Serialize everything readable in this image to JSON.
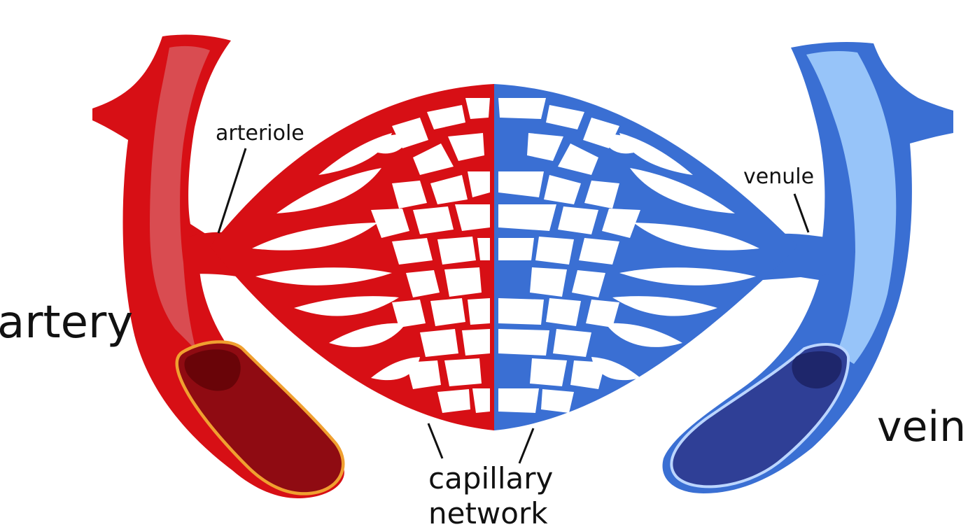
{
  "labels": {
    "artery": "artery",
    "arteriole": "arteriole",
    "venule": "venule",
    "vein": "vein",
    "capillary_line1": "capillary",
    "capillary_line2": "network"
  },
  "colors": {
    "artery_red": "#d70f15",
    "artery_light": "#d9575c",
    "artery_lumen": "#8f0b12",
    "artery_lumen_dark": "#5c0306",
    "artery_rim": "#f0a030",
    "vein_blue": "#3a6fd3",
    "vein_light": "#9cc8fb",
    "vein_lumen": "#2f3f96",
    "vein_lumen_dark": "#1a2160",
    "vein_rim": "#bcd6ff",
    "capillary_red": "#d70f15",
    "capillary_blue": "#3a6fd3",
    "background": "#ffffff",
    "label_text": "#111111"
  }
}
